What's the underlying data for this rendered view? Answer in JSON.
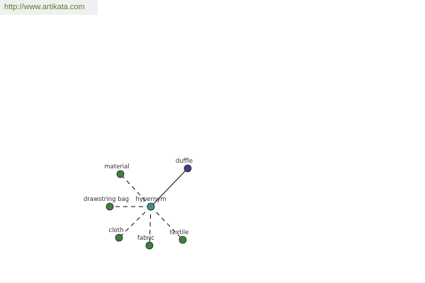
{
  "header": {
    "url": "http://www.artikata.com"
  },
  "graph": {
    "center": {
      "id": "hypernym",
      "label": "hypernym",
      "color": "#3f8f8a"
    },
    "nodes": [
      {
        "id": "material",
        "label": "material",
        "color": "#3f7f3f",
        "edge": "dashed"
      },
      {
        "id": "duffle",
        "label": "duffle",
        "color": "#3b3f8c",
        "edge": "solid"
      },
      {
        "id": "drawstring-bag",
        "label": "drawstring bag",
        "color": "#3f7f3f",
        "edge": "dashed"
      },
      {
        "id": "cloth",
        "label": "cloth",
        "color": "#3f7f3f",
        "edge": "dashed"
      },
      {
        "id": "fabric",
        "label": "fabric",
        "color": "#3f7f3f",
        "edge": "dashed"
      },
      {
        "id": "textile",
        "label": "textile",
        "color": "#3f7f3f",
        "edge": "dashed"
      }
    ]
  }
}
